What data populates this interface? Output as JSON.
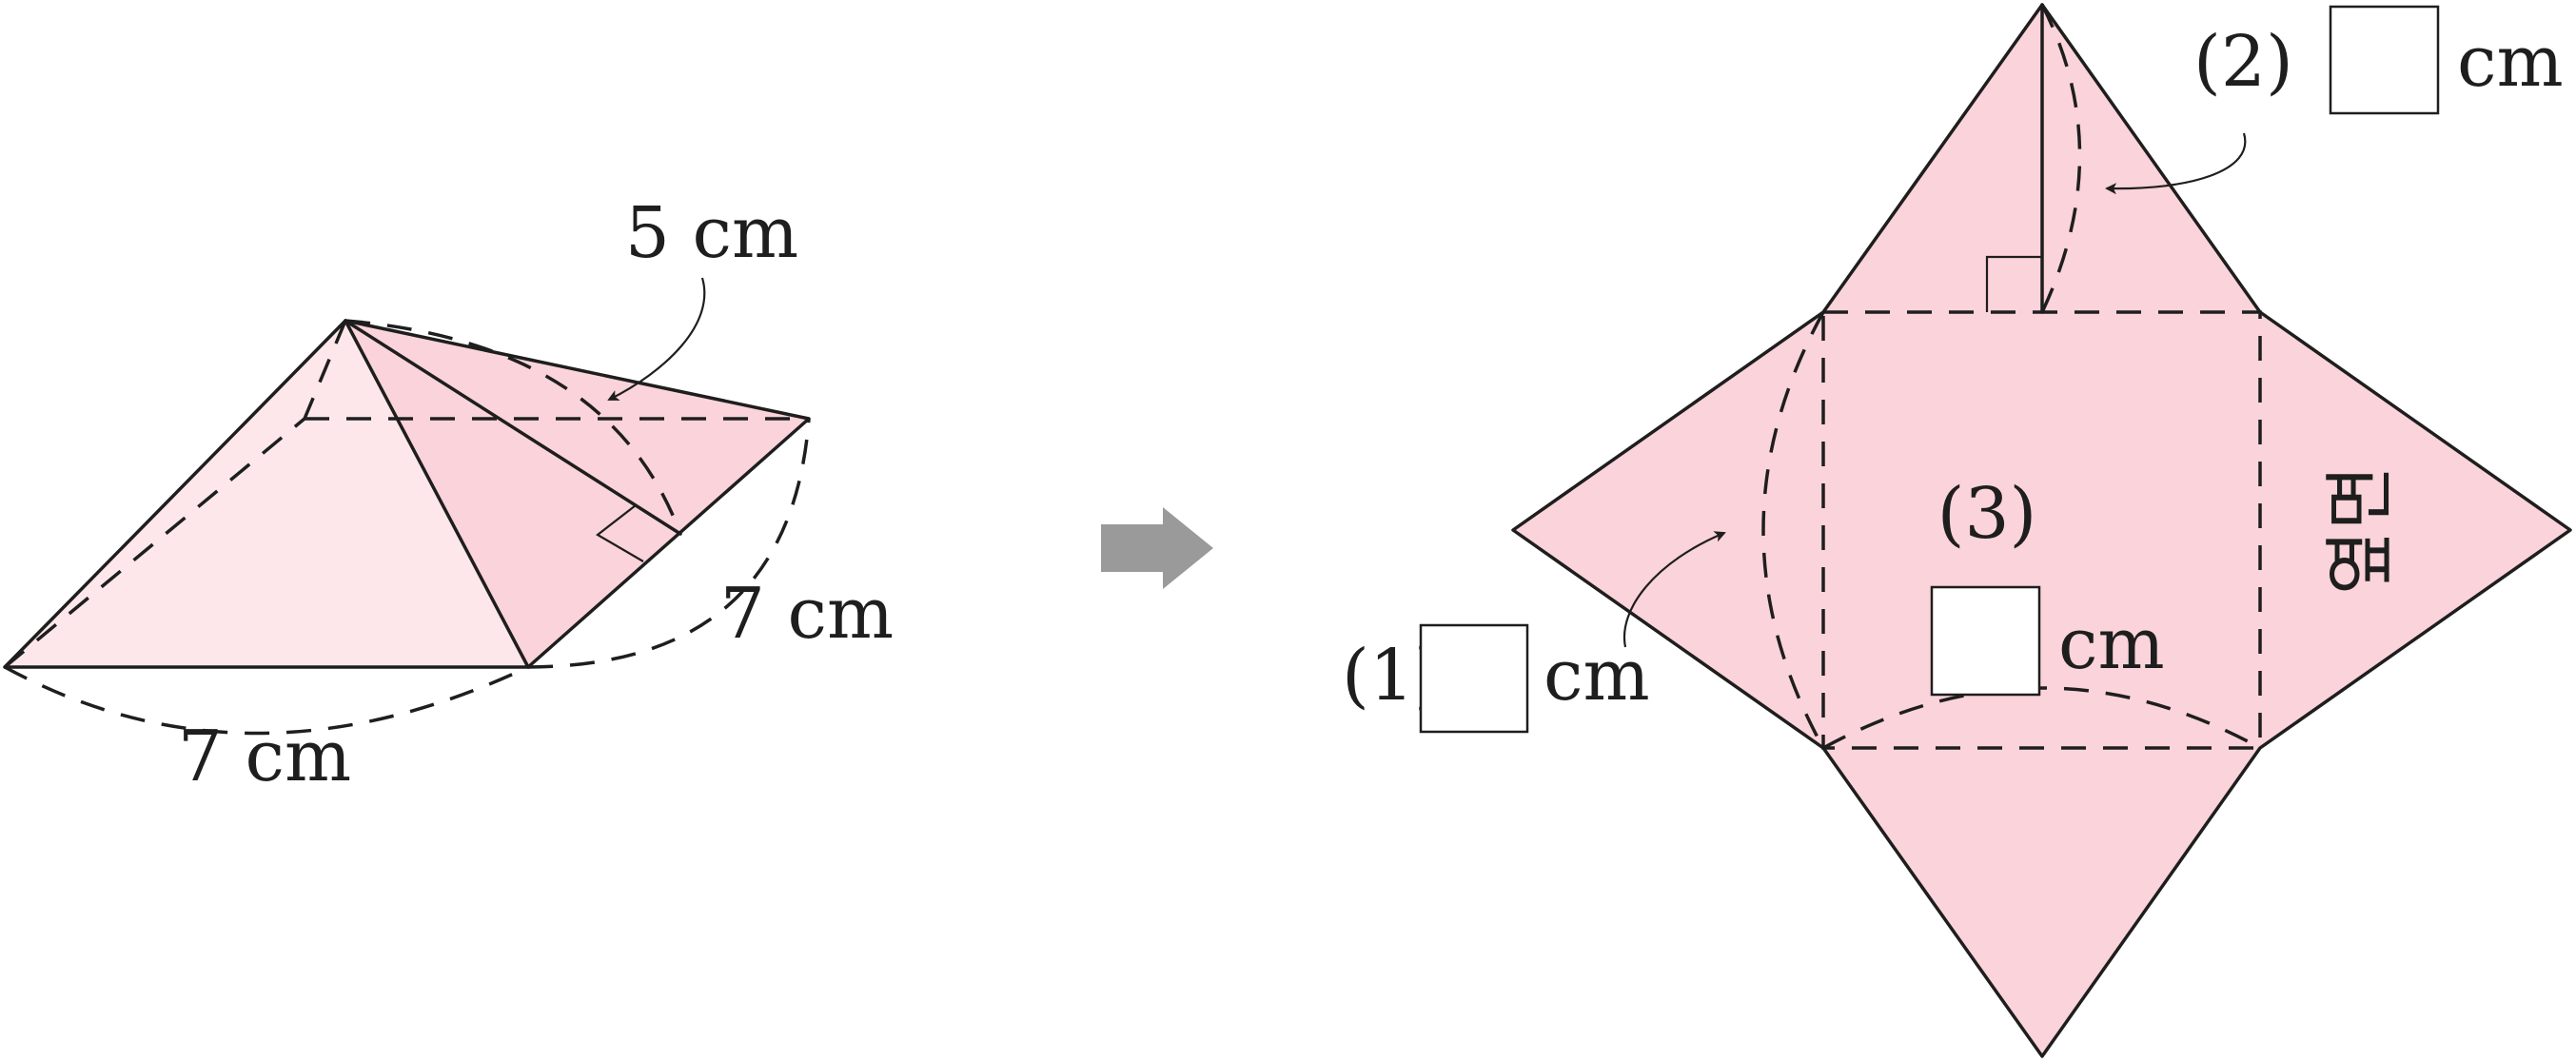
{
  "colors": {
    "face_light": "#fde7ea",
    "face_pink": "#fbd3da",
    "line": "#1e1e1e",
    "arrow": "#9a9a9a",
    "answer_box": "#ffffff"
  },
  "pyramid": {
    "slant_height_label": "5 cm",
    "base_side_label": "7 cm",
    "base_front_label": "7 cm"
  },
  "net": {
    "q1": {
      "number": "(1)",
      "unit": "cm"
    },
    "q2": {
      "number": "(2)",
      "unit": "cm"
    },
    "q3": {
      "number": "(3)",
      "unit": "cm"
    },
    "side_face_label": "옆면"
  },
  "icons": [
    "right-arrow-icon",
    "right-angle-mark",
    "pointer-arrow"
  ]
}
